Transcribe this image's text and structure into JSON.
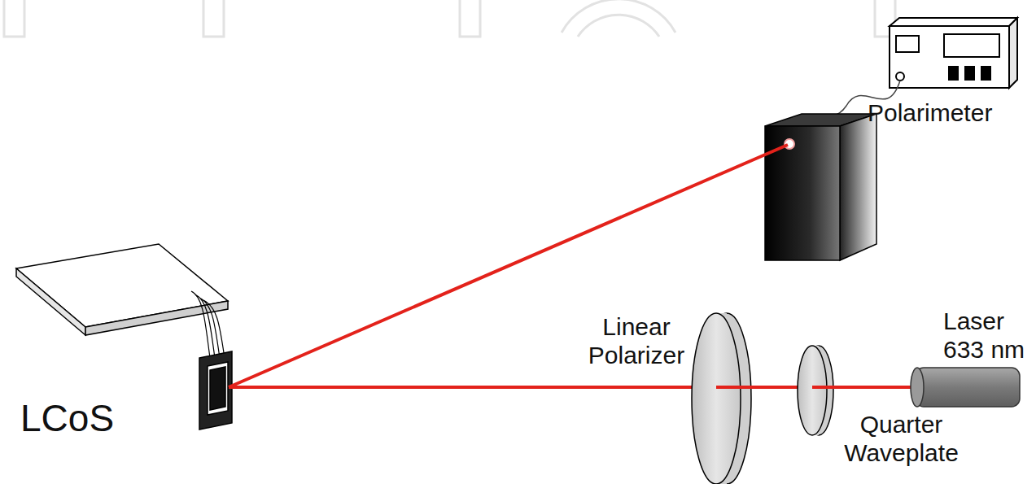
{
  "diagram": {
    "labels": [
      "Polarimeter",
      "Linear Polarizer",
      "Laser 633 nm",
      "Quarter Waveplate",
      "LCoS"
    ]
  }
}
